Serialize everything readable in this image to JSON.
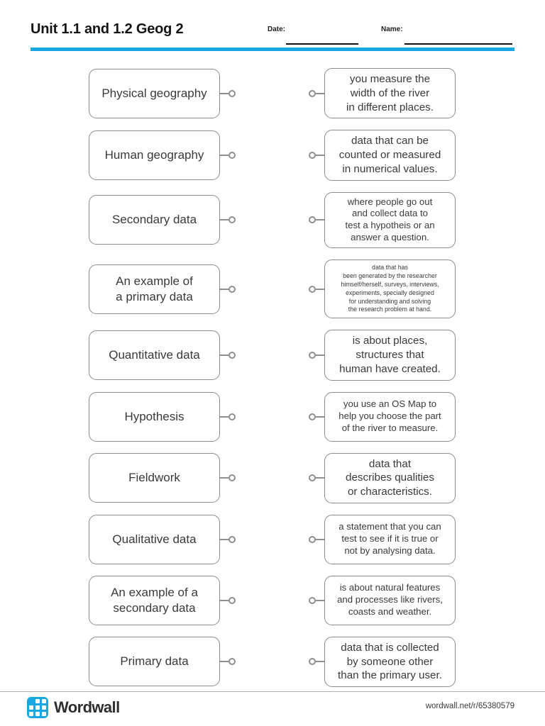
{
  "header": {
    "title": "Unit 1.1 and 1.2 Geog 2",
    "date_label": "Date:",
    "name_label": "Name:"
  },
  "colors": {
    "accent_cyan": "#17a8e3",
    "box_border": "#8c8c8c",
    "dot_gray": "#8f8f8f"
  },
  "pairs": [
    {
      "term": "Physical geography",
      "definition": "you measure the\nwidth of the river\nin different places."
    },
    {
      "term": "Human geography",
      "definition": "data that can be\ncounted or measured\nin numerical values."
    },
    {
      "term": "Secondary data",
      "definition": "where people go out\nand collect data to\ntest a hypotheis or an\nanswer a question."
    },
    {
      "term": "An example of\na primary data",
      "definition": "data that has\nbeen generated by the researcher\nhimself/herself, surveys, interviews,\nexperiments, specially designed\nfor understanding and solving\nthe research problem at hand."
    },
    {
      "term": "Quantitative data",
      "definition": "is about places,\nstructures that\nhuman have created."
    },
    {
      "term": "Hypothesis",
      "definition": "you use an OS Map to\nhelp you choose the part\nof the river to measure."
    },
    {
      "term": "Fieldwork",
      "definition": "data that\ndescribes qualities\nor characteristics."
    },
    {
      "term": "Qualitative data",
      "definition": "a statement that you can\ntest to see if it is true or\nnot by analysing data."
    },
    {
      "term": "An example of a\nsecondary data",
      "definition": "is about natural features\nand processes like rivers,\ncoasts and weather."
    },
    {
      "term": "Primary data",
      "definition": "data that is collected\nby someone other\nthan the primary user."
    }
  ],
  "footer": {
    "brand": "Wordwall",
    "url": "wordwall.net/r/65380579",
    "logo_icon": "wordwall-grid-logo"
  }
}
